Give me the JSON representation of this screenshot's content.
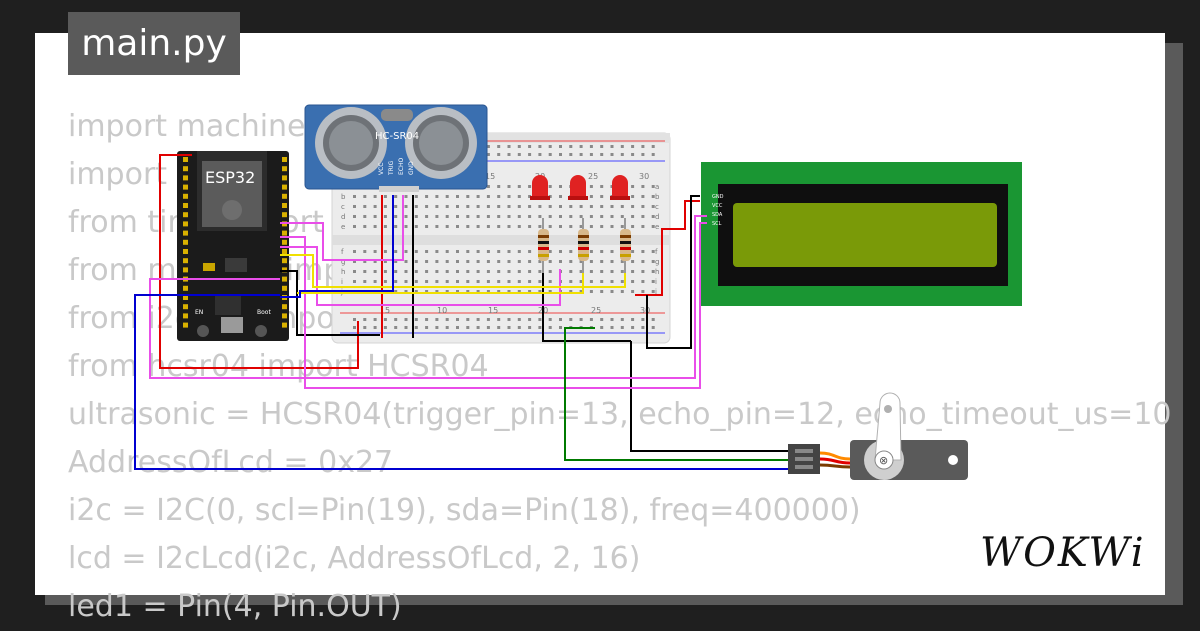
{
  "tab": {
    "label": "main.py"
  },
  "code_lines": [
    "import machine",
    "import time",
    "from time import sleep",
    "from machine import Pin, I2C",
    "from i2c_lcd import I2cLcd",
    "from hcsr04 import HCSR04",
    "ultrasonic = HCSR04(trigger_pin=13, echo_pin=12, echo_timeout_us=10",
    "AddressOfLcd = 0x27",
    "i2c = I2C(0, scl=Pin(19), sda=Pin(18), freq=400000)",
    "lcd = I2cLcd(i2c, AddressOfLcd, 2, 16)",
    "led1 = Pin(4, Pin.OUT)"
  ],
  "esp32": {
    "label": "ESP32",
    "en_label": "EN",
    "boot_label": "Boot"
  },
  "hcsr04": {
    "label": "HC-SR04",
    "pins": [
      "VCC",
      "TRIG",
      "ECHO",
      "GND"
    ]
  },
  "breadboard": {
    "row_labels": [
      "a",
      "b",
      "c",
      "d",
      "e",
      "f",
      "g",
      "h",
      "i",
      "j"
    ],
    "column_numbers": [
      "15",
      "20",
      "25",
      "30"
    ],
    "bottom_numbers": [
      "5",
      "10",
      "15",
      "20",
      "25",
      "30"
    ]
  },
  "lcd": {
    "pins": [
      "GND",
      "VCC",
      "SDA",
      "SCL"
    ]
  },
  "brand": {
    "logo_text": "WOKWi"
  },
  "colors": {
    "background": "#1f1f1f",
    "panel": "#ffffff",
    "tab": "#5a5a5a",
    "code_text": "#c9c9c9",
    "lcd_board": "#1a9633",
    "lcd_screen": "#7a9a08",
    "sensor_board": "#3a6fb0",
    "esp32_board": "#1b1b1b",
    "wire_red": "#e00000",
    "wire_black": "#000000",
    "wire_magenta": "#e94ee9",
    "wire_blue": "#0000d0",
    "wire_yellow": "#f0e000",
    "wire_green": "#007a00"
  }
}
